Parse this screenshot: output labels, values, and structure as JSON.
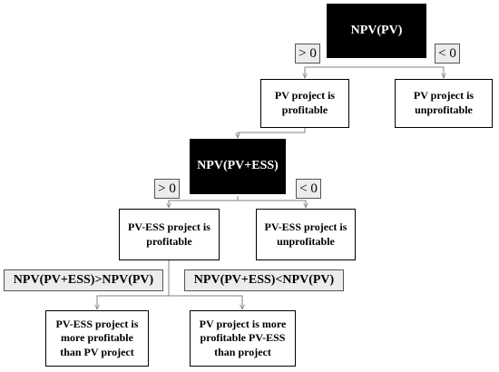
{
  "nodes": {
    "npv_pv": "NPV(PV)",
    "pv_profitable": "PV project is\nprofitable",
    "pv_unprofitable": "PV project is\nunprofitable",
    "npv_pv_ess": "NPV(PV+ESS)",
    "pv_ess_profitable": "PV-ESS project is\nprofitable",
    "pv_ess_unprofitable": "PV-ESS project is\nunprofitable",
    "pv_ess_more_profitable": "PV-ESS project is\nmore profitable\nthan PV project",
    "pv_more_profitable": "PV project is more\nprofitable PV-ESS\nthan project"
  },
  "conditions": {
    "npv_pv_gt0": "> 0",
    "npv_pv_lt0": "< 0",
    "npv_pv_ess_gt0": "> 0",
    "npv_pv_ess_lt0": "< 0",
    "ess_gt_pv": "NPV(PV+ESS)>NPV(PV)",
    "ess_lt_pv": "NPV(PV+ESS)<NPV(PV)"
  },
  "colors": {
    "decision_fill": "#000000",
    "condition_fill": "#ececec",
    "edge": "#808080"
  }
}
